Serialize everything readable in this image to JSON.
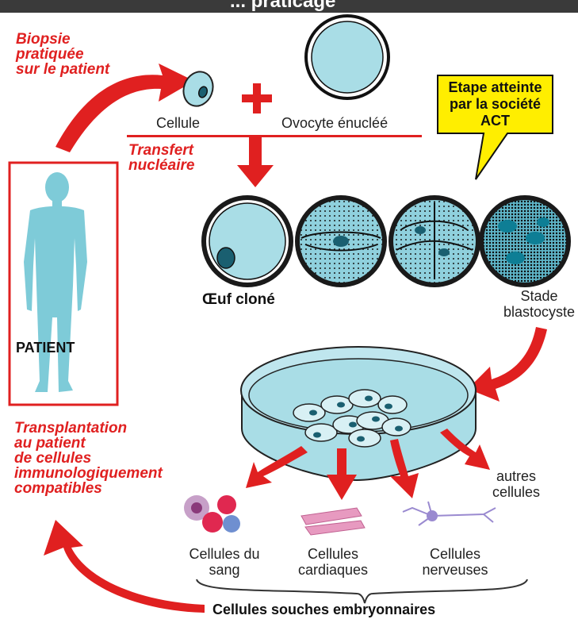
{
  "header": {
    "title": "... praticage"
  },
  "labels": {
    "biopsie": [
      "Biopsie",
      "pratiquée",
      "sur le patient"
    ],
    "cellule": "Cellule",
    "ovocyte": "Ovocyte énucléé",
    "transfert": [
      "Transfert",
      "nucléaire"
    ],
    "callout": [
      "Etape atteinte",
      "par la société",
      "ACT"
    ],
    "oeuf": "Œuf cloné",
    "stade": [
      "Stade",
      "blastocyste"
    ],
    "patient": "PATIENT",
    "transplantation": [
      "Transplantation",
      "au patient",
      "de cellules",
      "immunologiquement",
      "compatibles"
    ],
    "autres": [
      "autres",
      "cellules"
    ],
    "sang": [
      "Cellules du",
      "sang"
    ],
    "cardiaques": [
      "Cellules",
      "cardiaques"
    ],
    "nerveuses": [
      "Cellules",
      "nerveuses"
    ],
    "souches": "Cellules souches embryonnaires"
  },
  "colors": {
    "red": "#e02020",
    "cyan": "#8fd0dd",
    "yellow": "#ffee00",
    "dark": "#1a1a1a"
  }
}
